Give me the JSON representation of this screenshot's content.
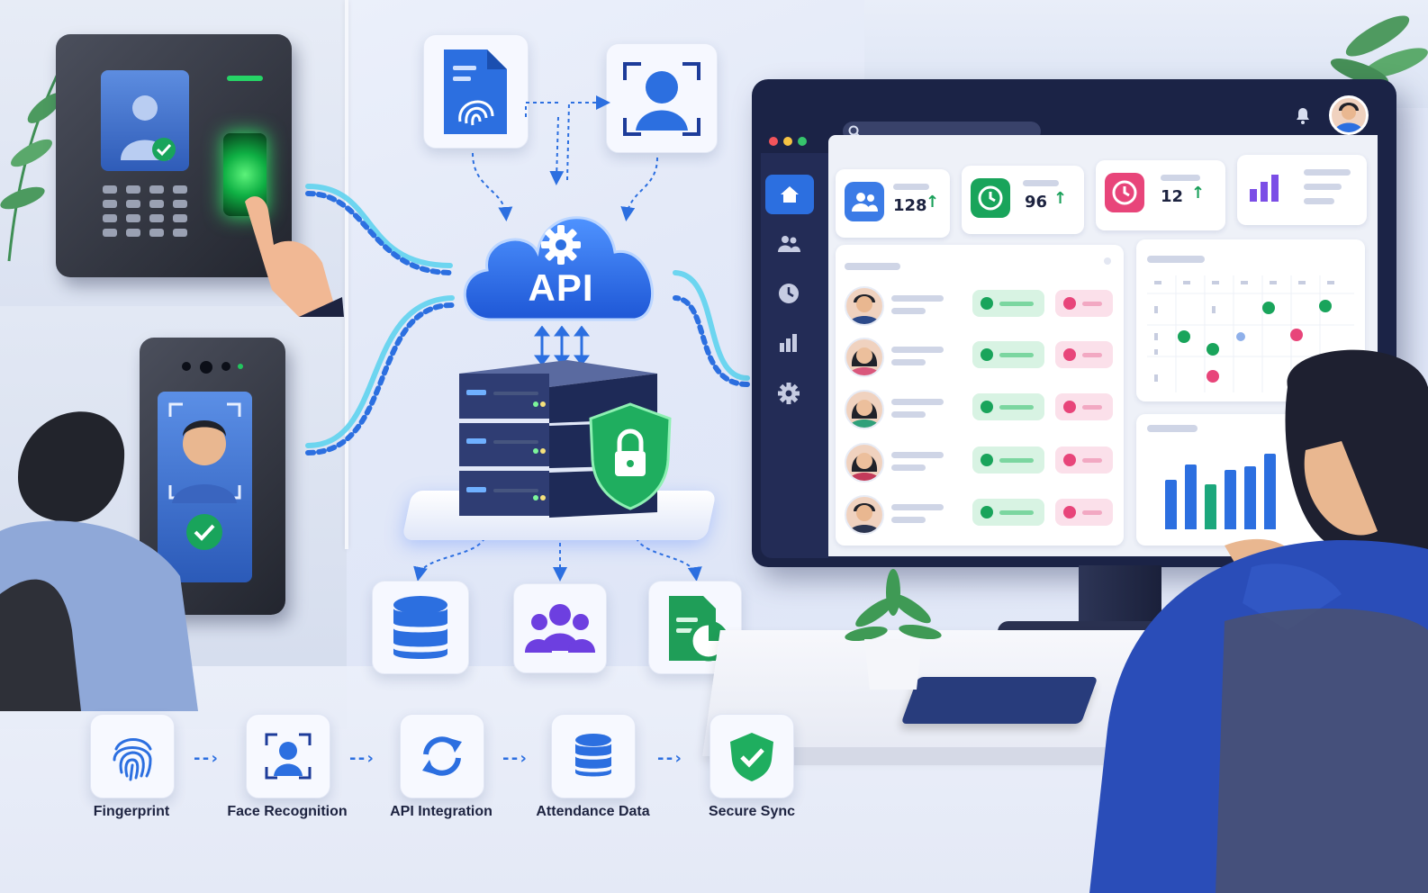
{
  "api_node": {
    "label": "API"
  },
  "dashboard": {
    "stats": [
      {
        "icon": "users-icon",
        "value": "128",
        "color": "#3b7be6"
      },
      {
        "icon": "clock-icon",
        "value": "96",
        "color": "#19a45b"
      },
      {
        "icon": "clock-icon",
        "value": "12",
        "color": "#e8457a"
      },
      {
        "icon": "bar-chart-icon",
        "value": "",
        "color": "#7b4ee6"
      }
    ],
    "sidebar_items": [
      "home-icon",
      "users-icon",
      "clock-icon",
      "bar-chart-icon",
      "gear-icon"
    ]
  },
  "flow": {
    "steps": [
      {
        "label": "Fingerprint",
        "icon": "fingerprint-icon"
      },
      {
        "label": "Face Recognition",
        "icon": "face-scan-icon"
      },
      {
        "label": "API Integration",
        "icon": "sync-icon"
      },
      {
        "label": "Attendance Data",
        "icon": "database-icon"
      },
      {
        "label": "Secure Sync",
        "icon": "shield-check-icon"
      }
    ]
  },
  "colors": {
    "accent": "#2c6fe0",
    "green": "#19a45b",
    "red": "#e8457a",
    "purple": "#7b4ee6"
  }
}
